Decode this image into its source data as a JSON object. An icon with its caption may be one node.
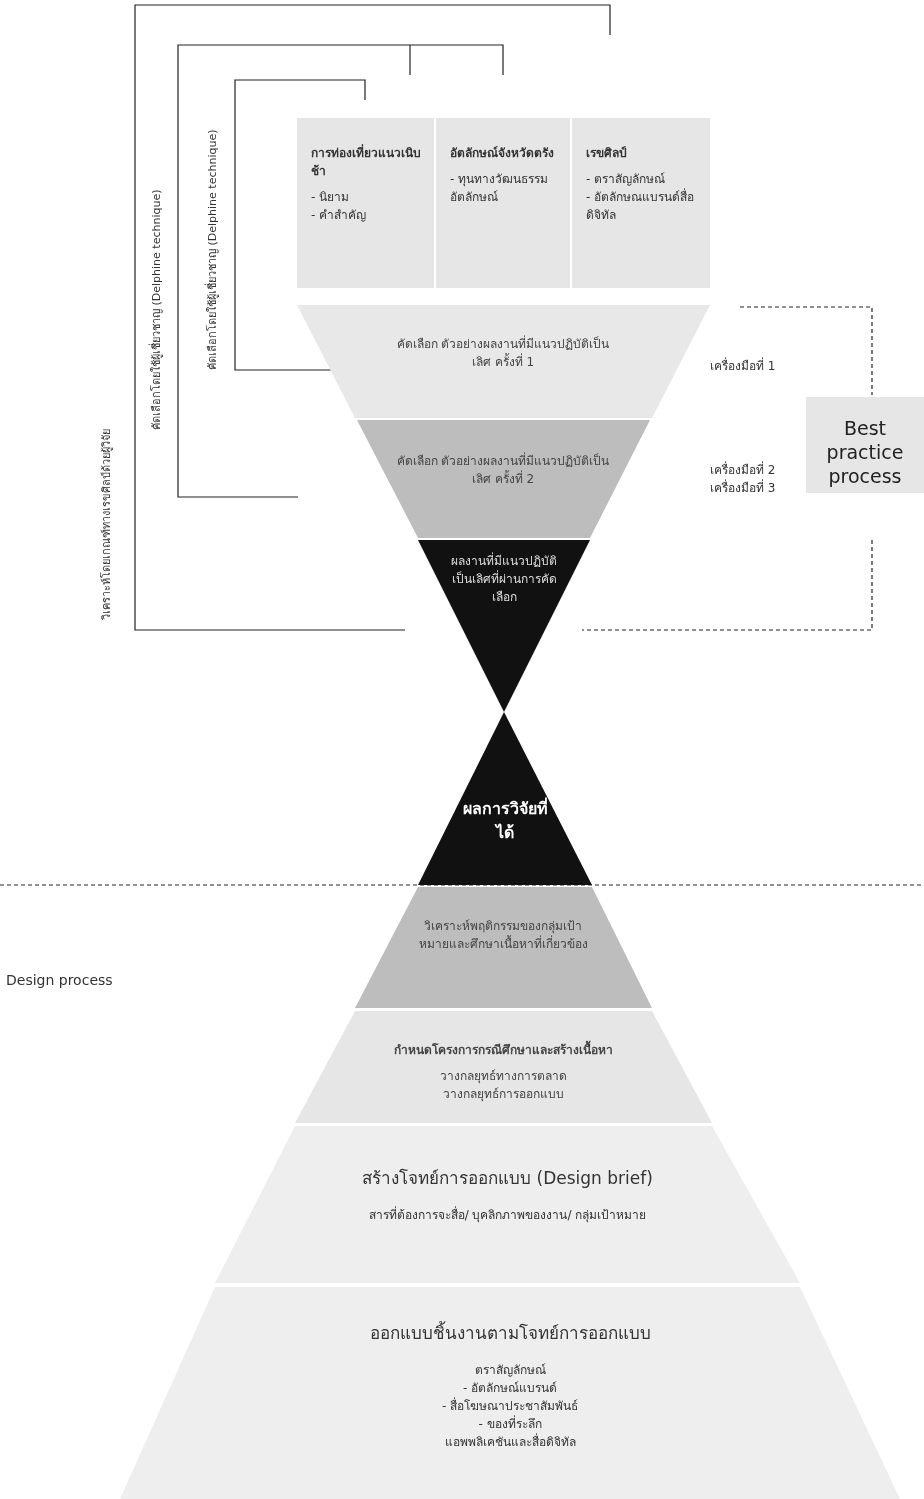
{
  "diagram": {
    "nodes": [
      {
        "text": [
          "การท่องเที่ยวแนวเนิบช้า",
          "- นิยาม",
          "- คำสำคัญ"
        ]
      },
      {
        "text": [
          "อัตลักษณ์จังหวัดตรัง",
          "- ทุนทางวัฒนธรรมอัตลักษณ์"
        ]
      },
      {
        "text": [
          "เรขศิลป์",
          "- ตราสัญลักษณ์",
          "- อัตลักษณแบรนด์สื่อดิจิทัล"
        ]
      },
      {
        "text": [
          "คัดเลือก ตัวอย่างผลงานที่มีแนวปฏิบัติเป็นเลิศ ครั้งที่ 1"
        ]
      },
      {
        "text": [
          "คัดเลือก ตัวอย่างผลงานที่มีแนวปฏิบัติเป็นเลิศ ครั้งที่ 2"
        ]
      },
      {
        "text": [
          "Best practice process"
        ]
      },
      {
        "text": [
          "ผลงานที่มีแนวปฏิบัติเป็นเลิศที่ผ่านการคัดเลือก"
        ]
      },
      {
        "text": [
          "ผลการวิจัยที่ได้"
        ]
      },
      {
        "text": [
          "วิเคราะห์พฤติกรรมของกลุ่มเป้าหมายและศึกษาเนื้อหาที่เกี่ยวข้อง"
        ]
      },
      {
        "text": [
          "กำหนดโครงการกรณีศึกษาและสร้างเนื้อหา",
          "วางกลยุทธ์ทางการตลาด",
          "วางกลยุทธ์การออกแบบ"
        ]
      },
      {
        "text": [
          "สร้างโจทย์การออกแบบ (Design brief)",
          "สารที่ต้องการจะสื่อ/ บุคลิกภาพของงาน/ กลุ่มเป้าหมาย"
        ]
      },
      {
        "text": [
          "ออกแบบชิ้นงานตามโจทย์การออกแบบ",
          "ตราสัญลักษณ์",
          "- อัตลักษณ์แบรนด์",
          "- สื่อโฆษณาประชาสัมพันธ์",
          "- ของที่ระลึก",
          "แอพพลิเคชันและสื่อดิจิทัล"
        ]
      }
    ],
    "labels": [
      "วิเคราะห์โดยเกณฑ์ทางเรขศิลป์ด้วยผู้วิจัย",
      "คัดเลือกโดยใช้ผู้เชี่ยวชาญ (Delphine technique)",
      "คัดเลือกโดยใช้ผู้เชี่ยวชาญ (Delphine technique)",
      "เครื่องมือที่ 1",
      "เครื่องมือที่ 2",
      "เครื่องมือที่ 3",
      "Design process"
    ]
  }
}
